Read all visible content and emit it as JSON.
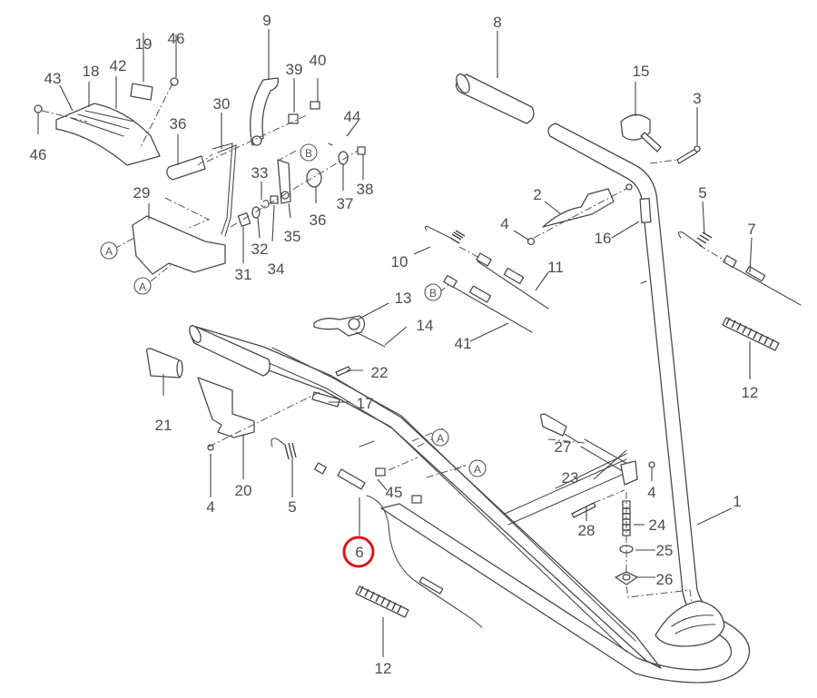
{
  "diagram": {
    "title": "Handle / control assembly exploded view",
    "highlight_color": "#d9141b",
    "highlighted_part": "6",
    "callouts": {
      "p1": "1",
      "p2": "2",
      "p3": "3",
      "p4a": "4",
      "p4b": "4",
      "p4c": "4",
      "p5a": "5",
      "p5b": "5",
      "p6": "6",
      "p7": "7",
      "p8": "8",
      "p9": "9",
      "p10": "10",
      "p11": "11",
      "p12a": "12",
      "p12b": "12",
      "p13": "13",
      "p14": "14",
      "p15": "15",
      "p16": "16",
      "p17": "17",
      "p18": "18",
      "p19": "19",
      "p20": "20",
      "p21": "21",
      "p22": "22",
      "p23": "23",
      "p24": "24",
      "p25": "25",
      "p26": "26",
      "p27": "27",
      "p28": "28",
      "p29": "29",
      "p30": "30",
      "p31": "31",
      "p32": "32",
      "p33": "33",
      "p34": "34",
      "p35": "35",
      "p36a": "36",
      "p36b": "36",
      "p37": "37",
      "p38": "38",
      "p39": "39",
      "p40": "40",
      "p41": "41",
      "p42": "42",
      "p43": "43",
      "p44": "44",
      "p45": "45",
      "p46a": "46",
      "p46b": "46"
    },
    "references": {
      "ref_a1": "A",
      "ref_a2": "A",
      "ref_a3": "A",
      "ref_a4": "A",
      "ref_b1": "B",
      "ref_b2": "B"
    }
  }
}
